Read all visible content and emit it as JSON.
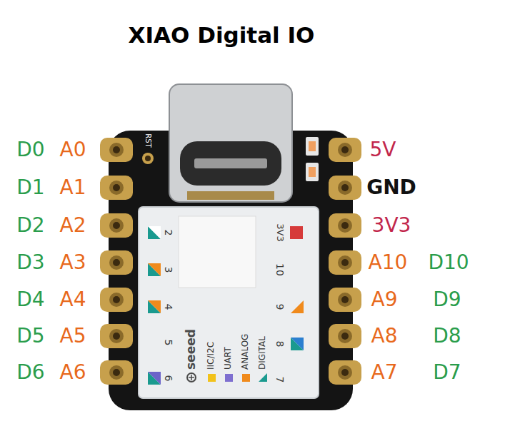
{
  "diagram": {
    "title": "XIAO Digital IO",
    "labels": [
      "D0",
      "A0",
      "5V",
      "D1",
      "A1",
      "GND",
      "D2",
      "A2",
      "3V3",
      "D3",
      "A3",
      "A10",
      "D10",
      "D4",
      "A4",
      "A9",
      "D9",
      "D5",
      "A5",
      "A8",
      "D8",
      "D6",
      "A6",
      "A7",
      "D7",
      "RST",
      "2",
      "3",
      "4",
      "5",
      "6",
      "3V3",
      "10",
      "9",
      "8",
      "7",
      "seeed"
    ],
    "legend": [
      {
        "text": "IIC/I2C",
        "color": "#f2c21b"
      },
      {
        "text": "UART",
        "color": "#7e6fd0"
      },
      {
        "text": "ANALOG",
        "color": "#f08a1c"
      },
      {
        "text": "DIGITAL"
      }
    ]
  }
}
